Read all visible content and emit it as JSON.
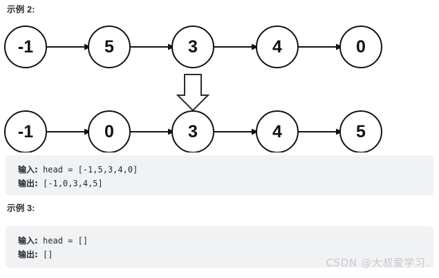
{
  "headings": {
    "example2": "示例 2:",
    "example3": "示例 3:"
  },
  "diagram": {
    "before_label": "before-list",
    "after_label": "after-list",
    "transform_icon": "down-block-arrow-icon",
    "node_stroke": "#111111",
    "node_fill": "#ffffff",
    "arrow_color": "#111111",
    "rows": [
      {
        "name": "input-linked-list",
        "nodes": [
          "-1",
          "5",
          "3",
          "4",
          "0"
        ]
      },
      {
        "name": "output-linked-list",
        "nodes": [
          "-1",
          "0",
          "3",
          "4",
          "5"
        ]
      }
    ]
  },
  "code_blocks": [
    {
      "name": "example-2-io",
      "background": "#f1f2f4",
      "lines": [
        {
          "label": "输入:",
          "value": " head = [-1,5,3,4,0]"
        },
        {
          "label": "输出:",
          "value": " [-1,0,3,4,5]"
        }
      ]
    },
    {
      "name": "example-3-io",
      "background": "#f1f2f4",
      "lines": [
        {
          "label": "输入:",
          "value": " head = []"
        },
        {
          "label": "输出:",
          "value": " []"
        }
      ]
    }
  ],
  "watermark": {
    "text": "CSDN @大叔爱学习.",
    "color": "#c8c9cd"
  }
}
